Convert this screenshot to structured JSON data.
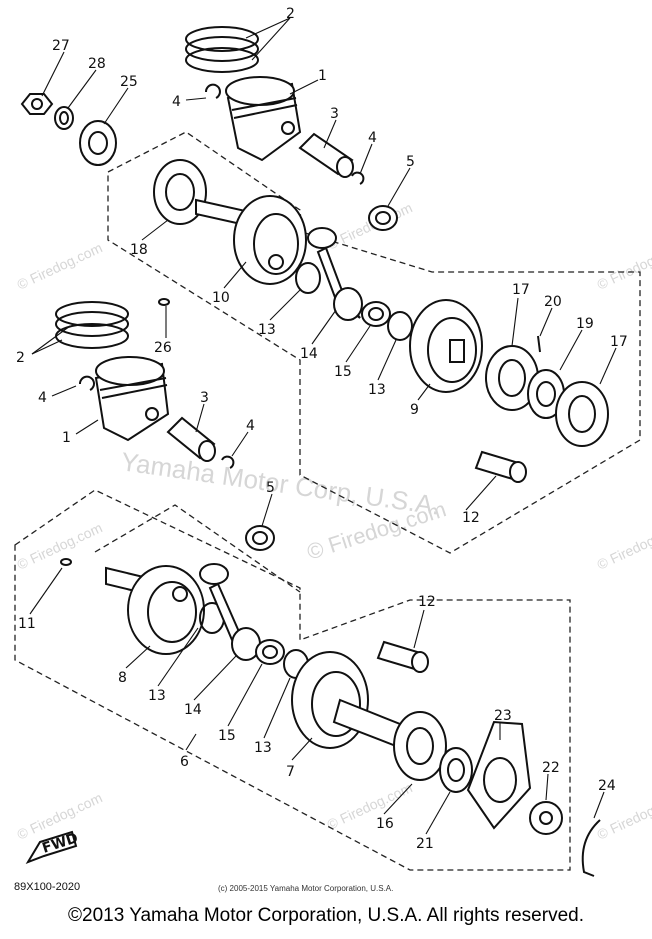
{
  "watermarks": {
    "main": "© Firedog.com",
    "center": "Yamaha Motor Corp, U.S.A.",
    "repeat": "© Firedog.com"
  },
  "fwd_label": "FWD",
  "drawing_code": "89X100-2020",
  "small_copyright": "(c) 2005-2015 Yamaha Motor Corporation, U.S.A.",
  "footer_copyright": "©2013 Yamaha Motor Corporation, U.S.A. All rights reserved.",
  "callouts": [
    "2",
    "27",
    "28",
    "25",
    "4",
    "1",
    "3",
    "4",
    "5",
    "18",
    "10",
    "26",
    "13",
    "14",
    "15",
    "13",
    "9",
    "17",
    "20",
    "19",
    "17",
    "2",
    "4",
    "1",
    "3",
    "4",
    "5",
    "12",
    "11",
    "8",
    "13",
    "14",
    "15",
    "13",
    "7",
    "6",
    "12",
    "23",
    "16",
    "21",
    "22",
    "24"
  ]
}
